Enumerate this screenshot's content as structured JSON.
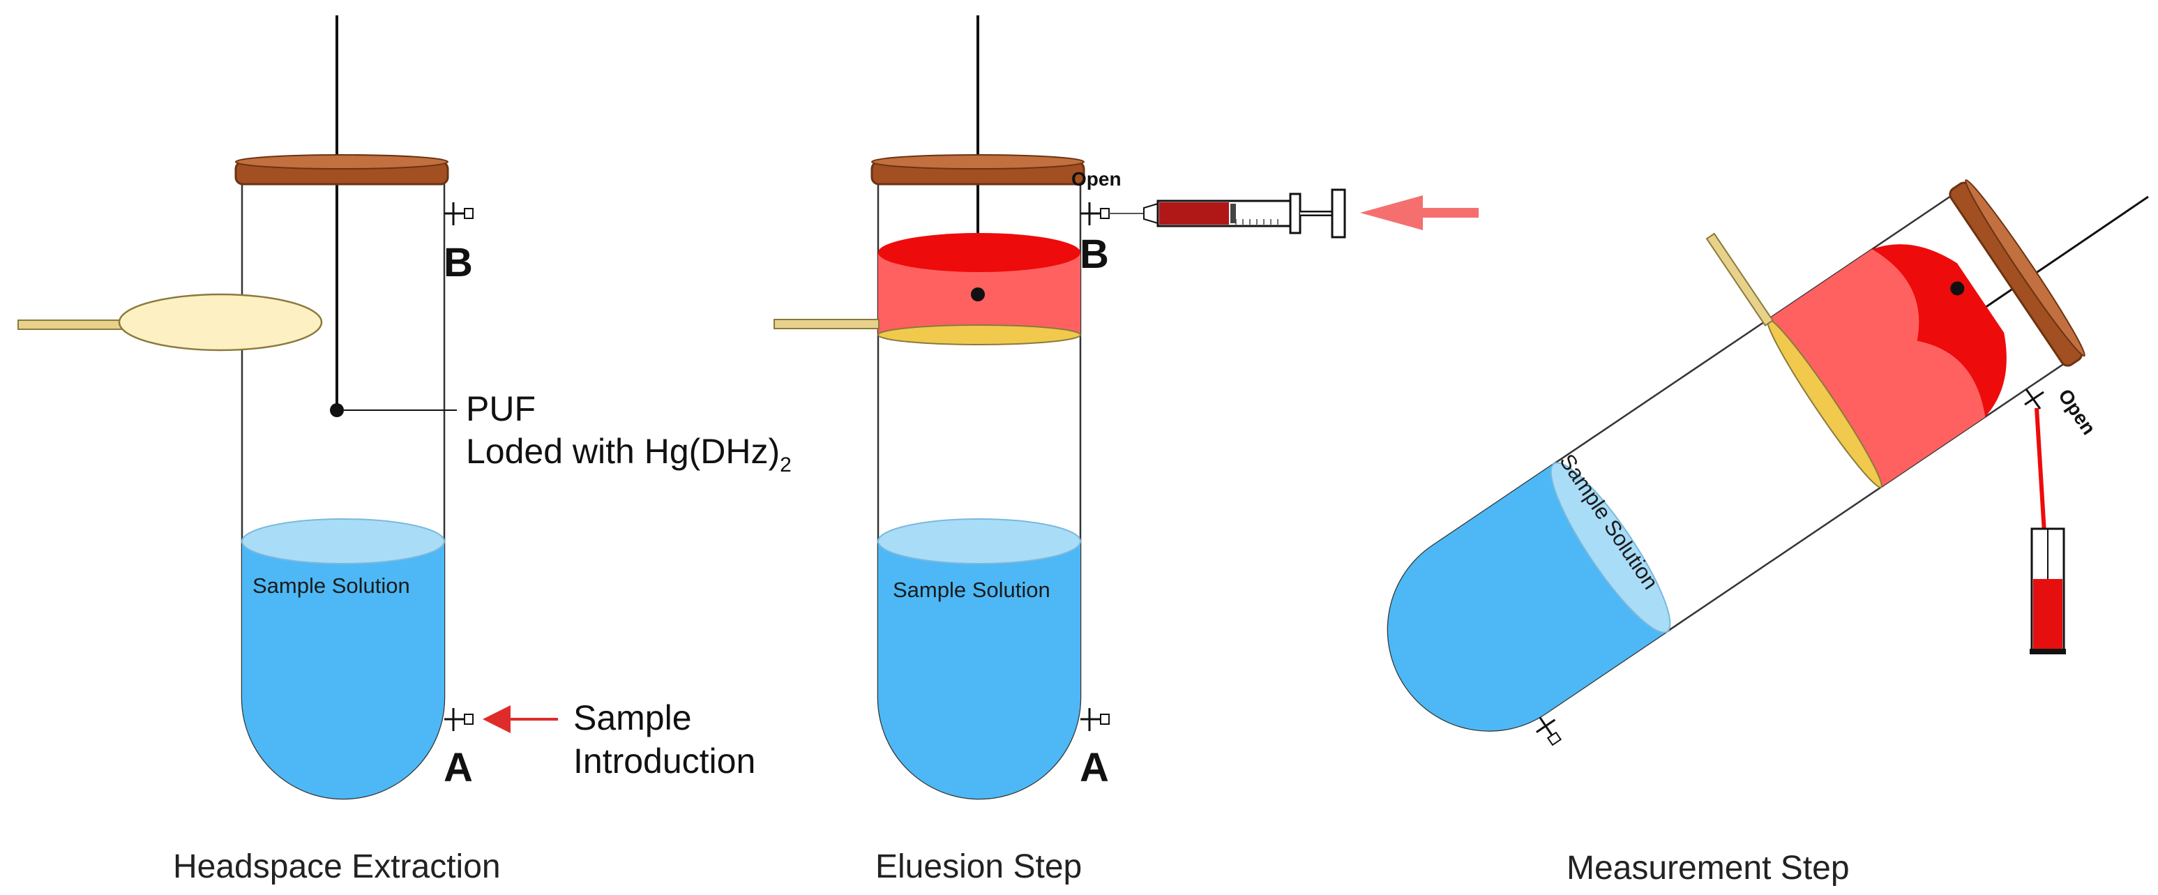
{
  "panels": {
    "headspace": {
      "caption": "Headspace Extraction",
      "label_top_valve": "B",
      "label_bottom_valve": "A",
      "puf_label": "PUF",
      "loaded_label_main": "Loded with Hg(DHz)",
      "loaded_label_sub": "2",
      "solution_label": "Sample Solution",
      "intro_line1": "Sample",
      "intro_line2": "Introduction"
    },
    "elution": {
      "caption": "Eluesion Step",
      "label_top_valve": "B",
      "label_bottom_valve": "A",
      "valve_state": "Open",
      "solution_label": "Sample Solution"
    },
    "measurement": {
      "caption": "Measurement Step",
      "valve_state": "Open",
      "solution_label": "Sample Solution"
    }
  },
  "colors": {
    "solution_blue": "#4db8f5",
    "solution_surface": "#a9dcf7",
    "eluent_red": "#ff6161",
    "eluent_dark": "#ee0b0b",
    "lid_brown": "#a24f22",
    "disk_cream": "#fdf0c2",
    "arrow_red": "#e02b2b",
    "arrow_pink": "#f56f6f"
  }
}
